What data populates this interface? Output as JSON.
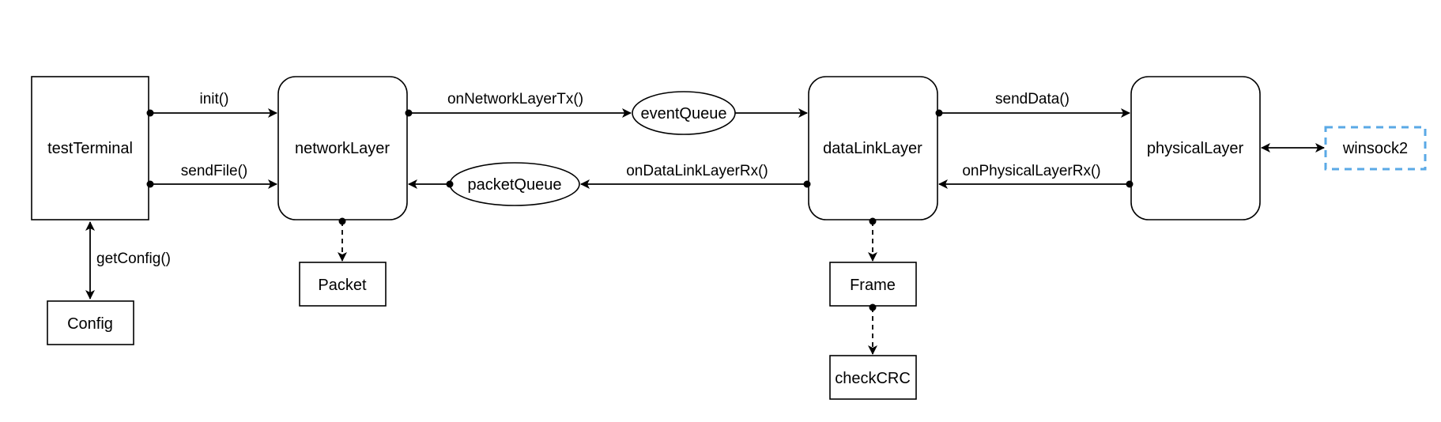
{
  "nodes": {
    "testTerminal": "testTerminal",
    "networkLayer": "networkLayer",
    "dataLinkLayer": "dataLinkLayer",
    "physicalLayer": "physicalLayer",
    "winsock2": "winsock2",
    "eventQueue": "eventQueue",
    "packetQueue": "packetQueue",
    "config": "Config",
    "packet": "Packet",
    "frame": "Frame",
    "checkCRC": "checkCRC"
  },
  "edges": {
    "init": "init()",
    "sendFile": "sendFile()",
    "getConfig": "getConfig()",
    "onNetworkLayerTx": "onNetworkLayerTx()",
    "onDataLinkLayerRx": "onDataLinkLayerRx()",
    "sendData": "sendData()",
    "onPhysicalLayerRx": "onPhysicalLayerRx()"
  },
  "colors": {
    "stroke": "#000000",
    "external": "#5aa9e6"
  }
}
